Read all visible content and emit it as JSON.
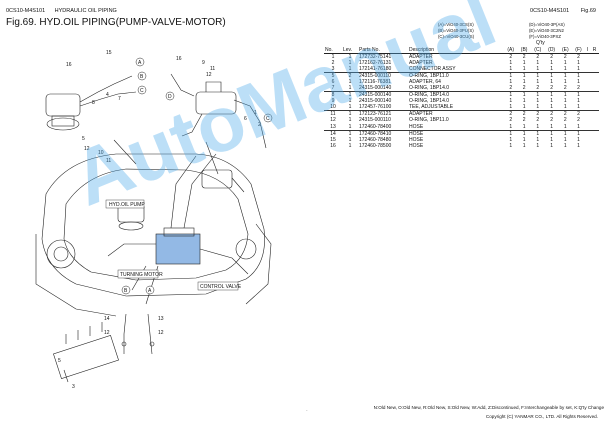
{
  "header": {
    "code_left": "0CS10-M4S101",
    "section": "HYDRAULIC OIL PIPING",
    "figure_title": "Fig.69.  HYD.OIL PIPING(PUMP-VALVE-MOTOR)",
    "code_right": "0CS10-M4S101",
    "fig_ref": "Fig.69"
  },
  "variants_left": [
    "(A)=ViO40-3CS(S)",
    "(B)=ViO40-3PU(S)",
    "(C)=ViO40-3CU(S)"
  ],
  "variants_right": [
    "(D)=ViO40-3P(AS)",
    "(E)=ViO40-3C2N2",
    "(F)=ViO40-3PXZ"
  ],
  "table": {
    "qty_label": "Q'ty",
    "headers": {
      "no": "No.",
      "lev": "Lev.",
      "parts_no": "Parts No.",
      "description": "Description",
      "a": "(A)",
      "b": "(B)",
      "c": "(C)",
      "d": "(D)",
      "e": "(E)",
      "f": "(F)",
      "i": "I",
      "r": "R"
    },
    "rows": [
      {
        "no": "1",
        "lev": "1",
        "pn": "172732-75141",
        "desc": "ADAPTER",
        "q": [
          "2",
          "2",
          "2",
          "2",
          "2",
          "2"
        ]
      },
      {
        "no": "2",
        "lev": "1",
        "pn": "172162-76131",
        "desc": "ADAPTER",
        "q": [
          "1",
          "1",
          "1",
          "1",
          "1",
          "1"
        ]
      },
      {
        "no": "3",
        "lev": "1",
        "pn": "172141-76180",
        "desc": "CONNECTOR ASSY",
        "q": [
          "1",
          "1",
          "1",
          "1",
          "1",
          "1"
        ]
      },
      {
        "no": "5",
        "lev": "2",
        "pn": "24315-000110",
        "desc": "O-RING, 1BP11.0",
        "q": [
          "1",
          "1",
          "1",
          "1",
          "1",
          "1"
        ],
        "grp": true
      },
      {
        "no": "6",
        "lev": "1",
        "pn": "172116-76381",
        "desc": "ADAPTER, 64",
        "q": [
          "1",
          "1",
          "1",
          "1",
          "1",
          "1"
        ]
      },
      {
        "no": "7",
        "lev": "1",
        "pn": "24315-000140",
        "desc": "O-RING, 1BP14.0",
        "q": [
          "2",
          "2",
          "2",
          "2",
          "2",
          "2"
        ]
      },
      {
        "no": "8",
        "lev": "1",
        "pn": "24315-000140",
        "desc": "O-RING, 1BP14.0",
        "q": [
          "1",
          "1",
          "1",
          "1",
          "1",
          "1"
        ],
        "grp": true
      },
      {
        "no": "9",
        "lev": "1",
        "pn": "24315-000140",
        "desc": "O-RING, 1BP14.0",
        "q": [
          "1",
          "1",
          "1",
          "1",
          "1",
          "1"
        ]
      },
      {
        "no": "10",
        "lev": "1",
        "pn": "172457-76100",
        "desc": "TEE, ADJUSTABLE",
        "q": [
          "1",
          "1",
          "1",
          "1",
          "1",
          "1"
        ]
      },
      {
        "no": "11",
        "lev": "1",
        "pn": "172123-76121",
        "desc": "ADAPTER",
        "q": [
          "2",
          "2",
          "2",
          "2",
          "2",
          "2"
        ],
        "grp": true
      },
      {
        "no": "12",
        "lev": "1",
        "pn": "24315-000110",
        "desc": "O-RING, 1BP11.0",
        "q": [
          "2",
          "2",
          "2",
          "2",
          "2",
          "2"
        ]
      },
      {
        "no": "13",
        "lev": "1",
        "pn": "172460-78400",
        "desc": "HOSE",
        "q": [
          "1",
          "1",
          "1",
          "1",
          "1",
          "1"
        ]
      },
      {
        "no": "14",
        "lev": "1",
        "pn": "172460-78410",
        "desc": "HOSE",
        "q": [
          "1",
          "1",
          "1",
          "1",
          "1",
          "1"
        ],
        "grp": true
      },
      {
        "no": "15",
        "lev": "1",
        "pn": "172460-78480",
        "desc": "HOSE",
        "q": [
          "1",
          "1",
          "1",
          "1",
          "1",
          "1"
        ]
      },
      {
        "no": "16",
        "lev": "1",
        "pn": "172460-78500",
        "desc": "HOSE",
        "q": [
          "1",
          "1",
          "1",
          "1",
          "1",
          "1"
        ]
      }
    ]
  },
  "diagram_labels": {
    "hyd_oil_pump": "HYD.OIL PUMP",
    "turning_motor": "TURNING MOTOR",
    "control_valve": "CONTROL VALVE",
    "letters": [
      "A",
      "B",
      "C",
      "D"
    ],
    "numbers": [
      "1",
      "2",
      "3",
      "4",
      "5",
      "6",
      "7",
      "8",
      "9",
      "10",
      "11",
      "12",
      "13",
      "14",
      "15",
      "16"
    ]
  },
  "watermark": "AutoManual",
  "footer": {
    "legend": "N:Old  New, O:Old  New, R:Old  New, S:Old  New, W:Add, Z:Discontinued, F:Interchangeable by set, K:Q'ty Change",
    "copyright": "Copyright (C)  YANMAR CO., LTD. All Rights Reserved.",
    "page_mark": "-"
  }
}
